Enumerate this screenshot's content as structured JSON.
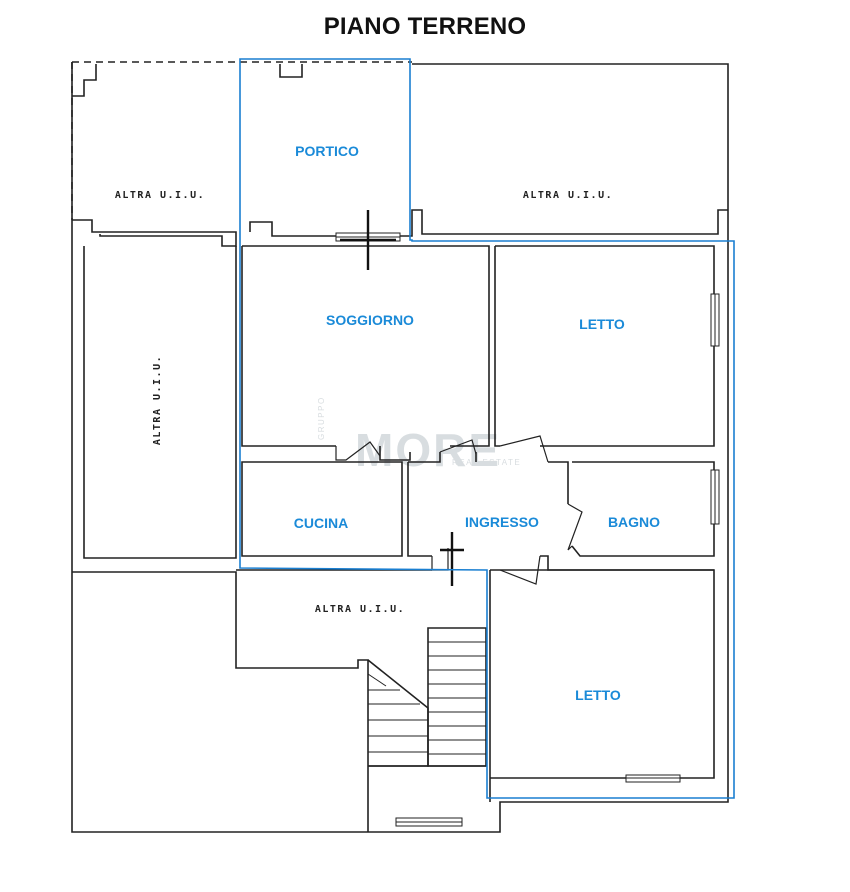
{
  "title": "PIANO TERRENO",
  "colors": {
    "wall": "#222222",
    "boundary": "#1a7fd1",
    "room_label": "#1a8ad8",
    "other_label": "#222222",
    "watermark": "#d8dde0"
  },
  "rooms": [
    {
      "id": "portico",
      "label": "PORTICO"
    },
    {
      "id": "soggiorno",
      "label": "SOGGIORNO"
    },
    {
      "id": "letto-1",
      "label": "LETTO"
    },
    {
      "id": "cucina",
      "label": "CUCINA"
    },
    {
      "id": "ingresso",
      "label": "INGRESSO"
    },
    {
      "id": "bagno",
      "label": "BAGNO"
    },
    {
      "id": "letto-2",
      "label": "LETTO"
    }
  ],
  "other_units": [
    {
      "id": "altra-1",
      "label": "ALTRA U.I.U."
    },
    {
      "id": "altra-2",
      "label": "ALTRA U.I.U."
    },
    {
      "id": "altra-3",
      "label": "ALTRA U.I.U."
    },
    {
      "id": "altra-4",
      "label": "ALTRA U.I.U."
    }
  ],
  "watermark": {
    "brand": "MORE",
    "left_text": "GRUPPO",
    "sub_text": "REAL ESTATE"
  }
}
